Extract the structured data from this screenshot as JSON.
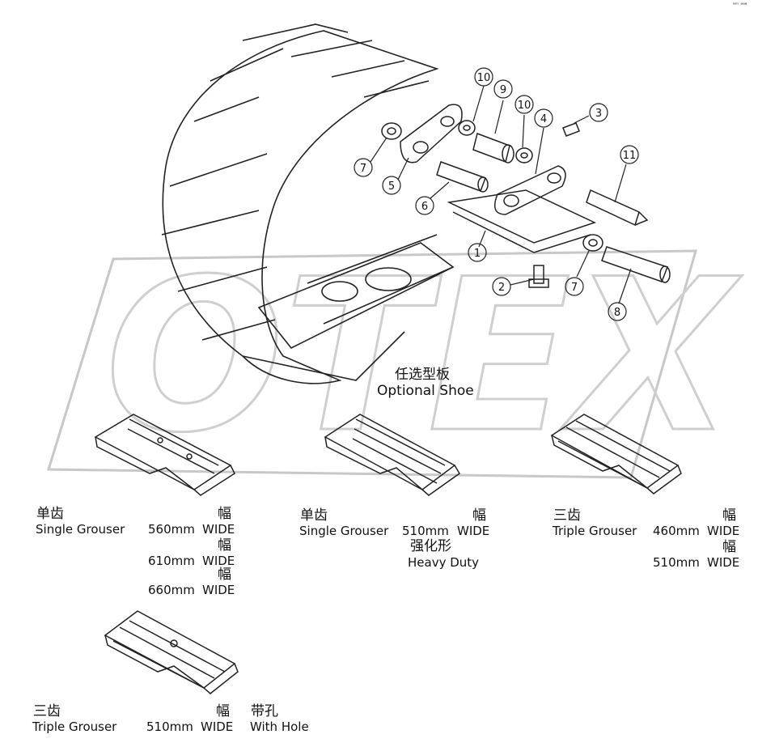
{
  "corner_mark": "ᵃᵐ ᵃᵃᵃ",
  "watermark": "OTEX",
  "callouts": [
    "10",
    "9",
    "10",
    "4",
    "3",
    "11",
    "7",
    "5",
    "6",
    "1",
    "2",
    "7",
    "8"
  ],
  "optional_shoe": {
    "cn": "任选型板",
    "en": "Optional Shoe"
  },
  "shoe_single_a": {
    "type_cn": "单齿",
    "type_en": "Single Grouser",
    "widths": [
      {
        "size": "560mm",
        "wide_cn": "幅",
        "wide_en": "WIDE"
      },
      {
        "size": "610mm",
        "wide_cn": "幅",
        "wide_en": "WIDE"
      },
      {
        "size": "660mm",
        "wide_cn": "幅",
        "wide_en": "WIDE"
      }
    ]
  },
  "shoe_single_b": {
    "type_cn": "单齿",
    "type_en": "Single Grouser",
    "size": "510mm",
    "wide_cn": "幅",
    "wide_en": "WIDE",
    "note_cn": "强化形",
    "note_en": "Heavy Duty"
  },
  "shoe_triple_a": {
    "type_cn": "三齿",
    "type_en": "Triple Grouser",
    "widths": [
      {
        "size": "460mm",
        "wide_cn": "幅",
        "wide_en": "WIDE"
      },
      {
        "size": "510mm",
        "wide_cn": "幅",
        "wide_en": "WIDE"
      }
    ]
  },
  "shoe_triple_b": {
    "type_cn": "三齿",
    "type_en": "Triple Grouser",
    "size": "510mm",
    "wide_cn": "幅",
    "wide_en": "WIDE",
    "note_cn": "带孔",
    "note_en": "With Hole"
  }
}
